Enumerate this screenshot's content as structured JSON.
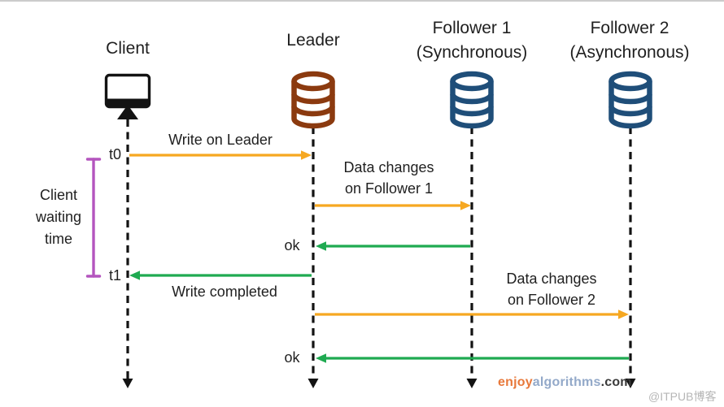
{
  "actors": {
    "client": {
      "label": "Client",
      "icon": "monitor-icon"
    },
    "leader": {
      "label": "Leader",
      "icon": "database-icon",
      "color": "#8B3A0F"
    },
    "follower1": {
      "label": "Follower 1",
      "sublabel": "(Synchronous)",
      "icon": "database-icon",
      "color": "#1F4E79"
    },
    "follower2": {
      "label": "Follower 2",
      "sublabel": "(Asynchronous)",
      "icon": "database-icon",
      "color": "#1F4E79"
    }
  },
  "timeline": {
    "t0_label": "t0",
    "t1_label": "t1",
    "waiting_line1": "Client",
    "waiting_line2": "waiting",
    "waiting_line3": "time"
  },
  "messages": [
    {
      "label": "Write on Leader",
      "from": "Client",
      "to": "Leader",
      "color": "#F6A821"
    },
    {
      "label_line1": "Data changes",
      "label_line2": "on Follower 1",
      "from": "Leader",
      "to": "Follower 1",
      "color": "#F6A821"
    },
    {
      "label": "ok",
      "from": "Follower 1",
      "to": "Leader",
      "color": "#1FAA51"
    },
    {
      "label": "Write completed",
      "from": "Leader",
      "to": "Client",
      "color": "#1FAA51"
    },
    {
      "label_line1": "Data changes",
      "label_line2": "on Follower 2",
      "from": "Leader",
      "to": "Follower 2",
      "color": "#F6A821"
    },
    {
      "label": "ok",
      "from": "Follower 2",
      "to": "Leader",
      "color": "#1FAA51"
    }
  ],
  "colors": {
    "lifeline": "#131313",
    "bracket_purple": "#B455BE",
    "leader_database": "#8B3A0F",
    "follower_database": "#1F4E79",
    "arrow_orange": "#F6A821",
    "arrow_green": "#1FAA51",
    "text": "#1F1F1F"
  },
  "footer": {
    "brand_part1": "enjoy",
    "brand_part2": "algorithms",
    "brand_part3": ".com",
    "brand_part1_color": "#E8793B",
    "brand_part2_color": "#93A9C9",
    "brand_part3_color": "#3A3A3A",
    "watermark": "@ITPUB博客",
    "watermark_color": "#B6B6B6"
  }
}
